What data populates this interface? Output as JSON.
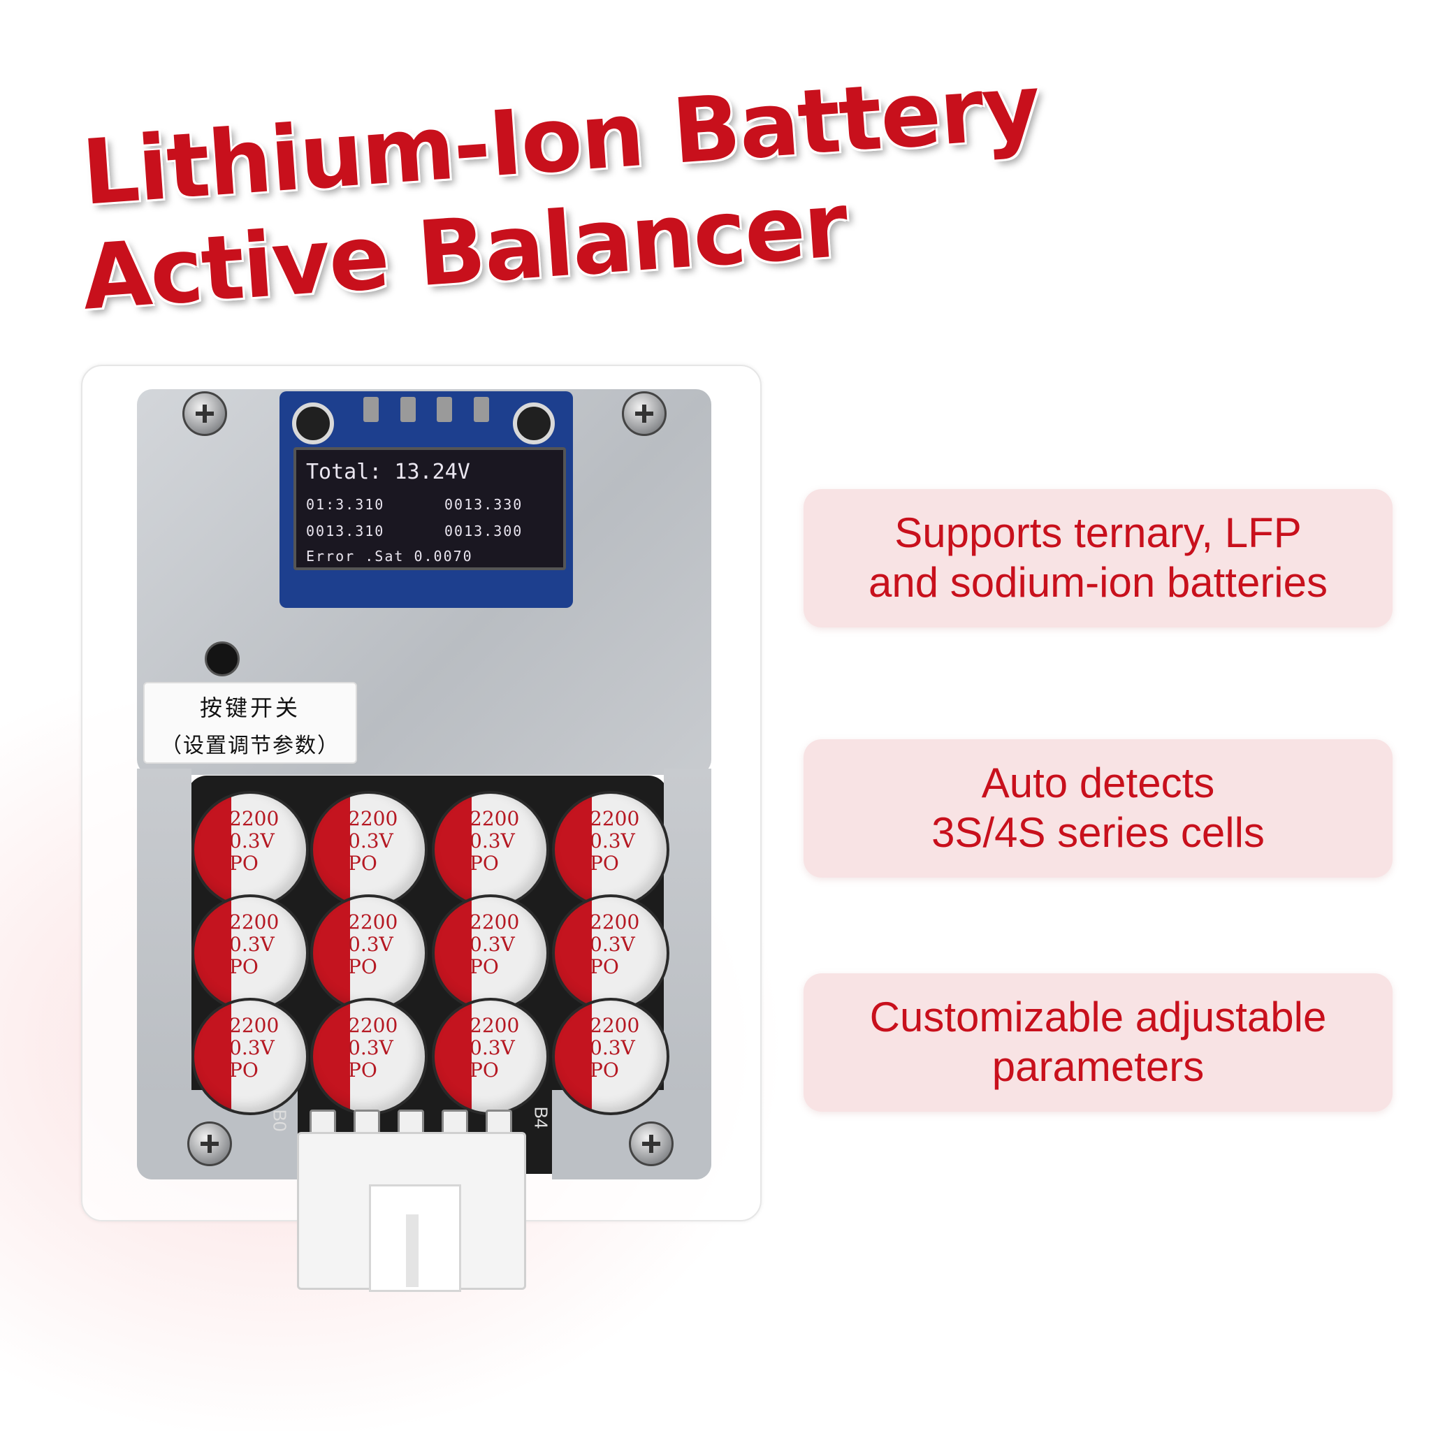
{
  "title": {
    "line1": "Lithium-Ion Battery",
    "line2": "Active Balancer"
  },
  "features": [
    {
      "lines": [
        "Supports ternary, LFP",
        "and sodium-ion batteries"
      ]
    },
    {
      "lines": [
        "Auto detects",
        "3S/4S series cells"
      ]
    },
    {
      "lines": [
        "Customizable adjustable",
        "parameters"
      ]
    }
  ],
  "device": {
    "oled": {
      "total": "Total: 13.24V",
      "row1_left": "01:3.310",
      "row1_right": "0013.330",
      "row2_left": "0013.310",
      "row2_right": "0013.300",
      "row3": "Error .Sat 0.0070"
    },
    "button_label": {
      "line1": "按键开关",
      "line2": "（设置调节参数）"
    },
    "capacitor_marking": {
      "line1": "2200",
      "line2": "0.3V",
      "line3": "PO"
    },
    "pin_label_left": "B0",
    "pin_label_right": "B4"
  },
  "colors": {
    "accent_red": "#c8101c",
    "feature_bg": "#f8e3e4"
  }
}
